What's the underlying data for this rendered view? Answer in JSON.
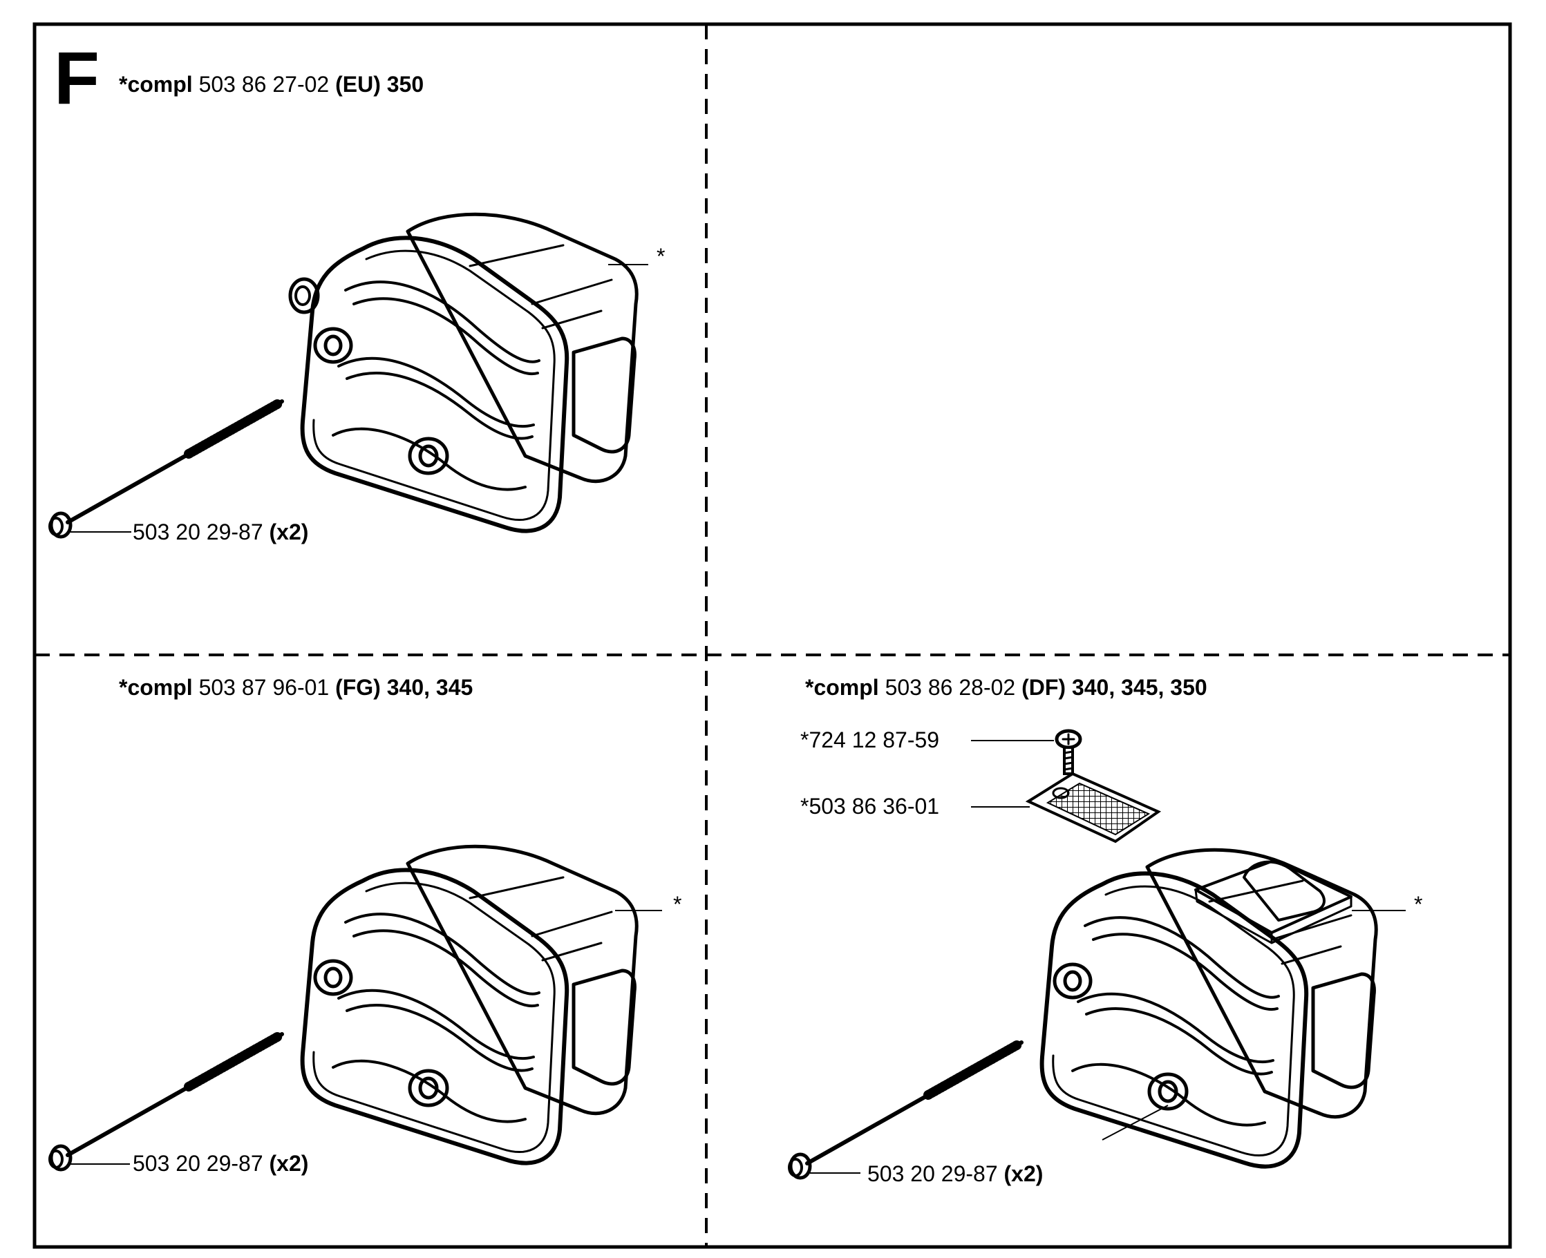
{
  "section_letter": "F",
  "panels": {
    "top_left": {
      "title": {
        "star": "*",
        "compl": "compl",
        "part": "503 86 27-02",
        "variant": "(EU)",
        "models": "350"
      },
      "muffler_callout": "*",
      "bolt": {
        "part": "503 20 29-87",
        "qty": "(x2)"
      }
    },
    "bottom_left": {
      "title": {
        "star": "*",
        "compl": "compl",
        "part": "503 87 96-01",
        "variant": "(FG)",
        "models": "340, 345"
      },
      "muffler_callout": "*",
      "bolt": {
        "part": "503 20 29-87",
        "qty": "(x2)"
      }
    },
    "bottom_right": {
      "title": {
        "star": "*",
        "compl": "compl",
        "part": "503 86 28-02",
        "variant": "(DF)",
        "models": "340, 345, 350"
      },
      "screw": "*724 12 87-59",
      "screen": "*503 86 36-01",
      "muffler_callout": "*",
      "bolt": {
        "part": "503 20 29-87",
        "qty": "(x2)"
      }
    }
  }
}
